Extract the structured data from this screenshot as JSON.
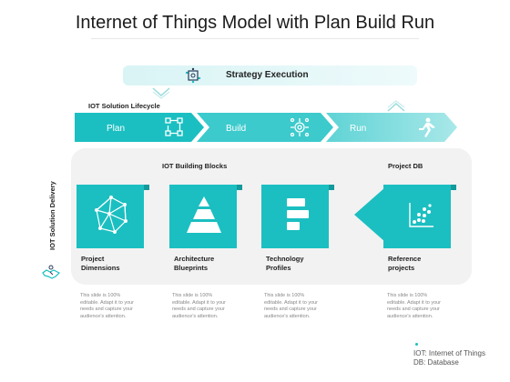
{
  "title": "Internet of Things Model with Plan Build Run",
  "strategy": {
    "label": "Strategy Execution",
    "icon": "circuit-icon"
  },
  "lifecycle": {
    "label": "IOT Solution Lifecycle",
    "stages": [
      {
        "label": "Plan",
        "icon": "workflow-icon"
      },
      {
        "label": "Build",
        "icon": "gear-network-icon"
      },
      {
        "label": "Run",
        "icon": "running-person-icon"
      }
    ]
  },
  "delivery": {
    "label": "IOT Solution Delivery",
    "icon": "handshake-icon"
  },
  "building_blocks": {
    "heading": "IOT Building Blocks",
    "items": [
      {
        "label_line1": "Project",
        "label_line2": "Dimensions",
        "icon": "polygon-network-icon",
        "desc": [
          "This slide is 100%",
          "editable.  Adapt it to your",
          "needs and capture your",
          "audience's  attention."
        ]
      },
      {
        "label_line1": "Architecture",
        "label_line2": "Blueprints",
        "icon": "pyramid-icon",
        "desc": [
          "This slide is 100%",
          "editable.  Adapt it to your",
          "needs and capture your",
          "audience's  attention."
        ]
      },
      {
        "label_line1": "Technology",
        "label_line2": "Profiles",
        "icon": "layered-blocks-icon",
        "desc": [
          "This slide is 100%",
          "editable.  Adapt it to your",
          "needs and capture your",
          "audience's  attention."
        ]
      }
    ]
  },
  "project_db": {
    "heading": "Project DB",
    "item": {
      "label_line1": "Reference",
      "label_line2": "projects",
      "icon": "dots-chart-icon",
      "desc": [
        "This slide is 100%",
        "editable.  Adapt it to your",
        "needs and capture your",
        "audience's  attention."
      ]
    }
  },
  "legend": {
    "line1": "IOT: Internet of Things",
    "line2": "DB: Database"
  },
  "colors": {
    "accent": "#1bbfc1",
    "accent_dark": "#139a9c",
    "light": "#d9f4f5",
    "panel": "#f2f2f2"
  }
}
